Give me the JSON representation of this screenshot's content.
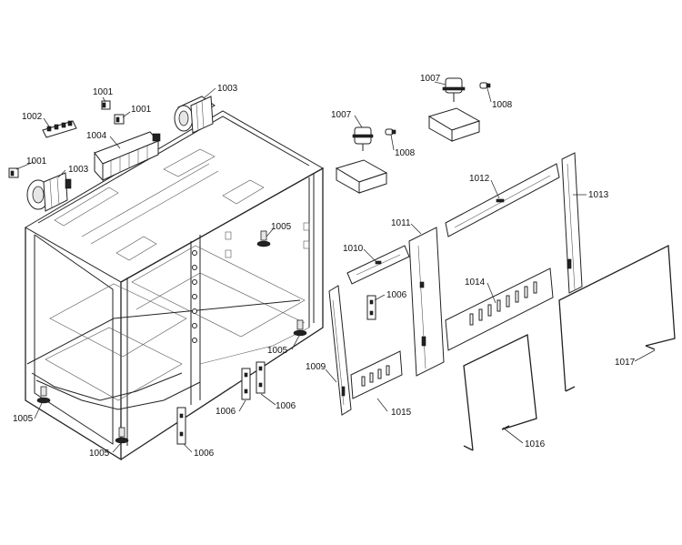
{
  "callouts": {
    "c1001a": "1001",
    "c1001b": "1001",
    "c1001c": "1001",
    "c1002": "1002",
    "c1003a": "1003",
    "c1003b": "1003",
    "c1004": "1004",
    "c1005a": "1005",
    "c1005b": "1005",
    "c1005c": "1005",
    "c1005d": "1005",
    "c1006a": "1006",
    "c1006b": "1006",
    "c1006c": "1006",
    "c1006d": "1006",
    "c1007a": "1007",
    "c1007b": "1007",
    "c1008a": "1008",
    "c1008b": "1008",
    "c1009": "1009",
    "c1010": "1010",
    "c1011": "1011",
    "c1012": "1012",
    "c1013": "1013",
    "c1014": "1014",
    "c1015": "1015",
    "c1016": "1016",
    "c1017": "1017"
  }
}
